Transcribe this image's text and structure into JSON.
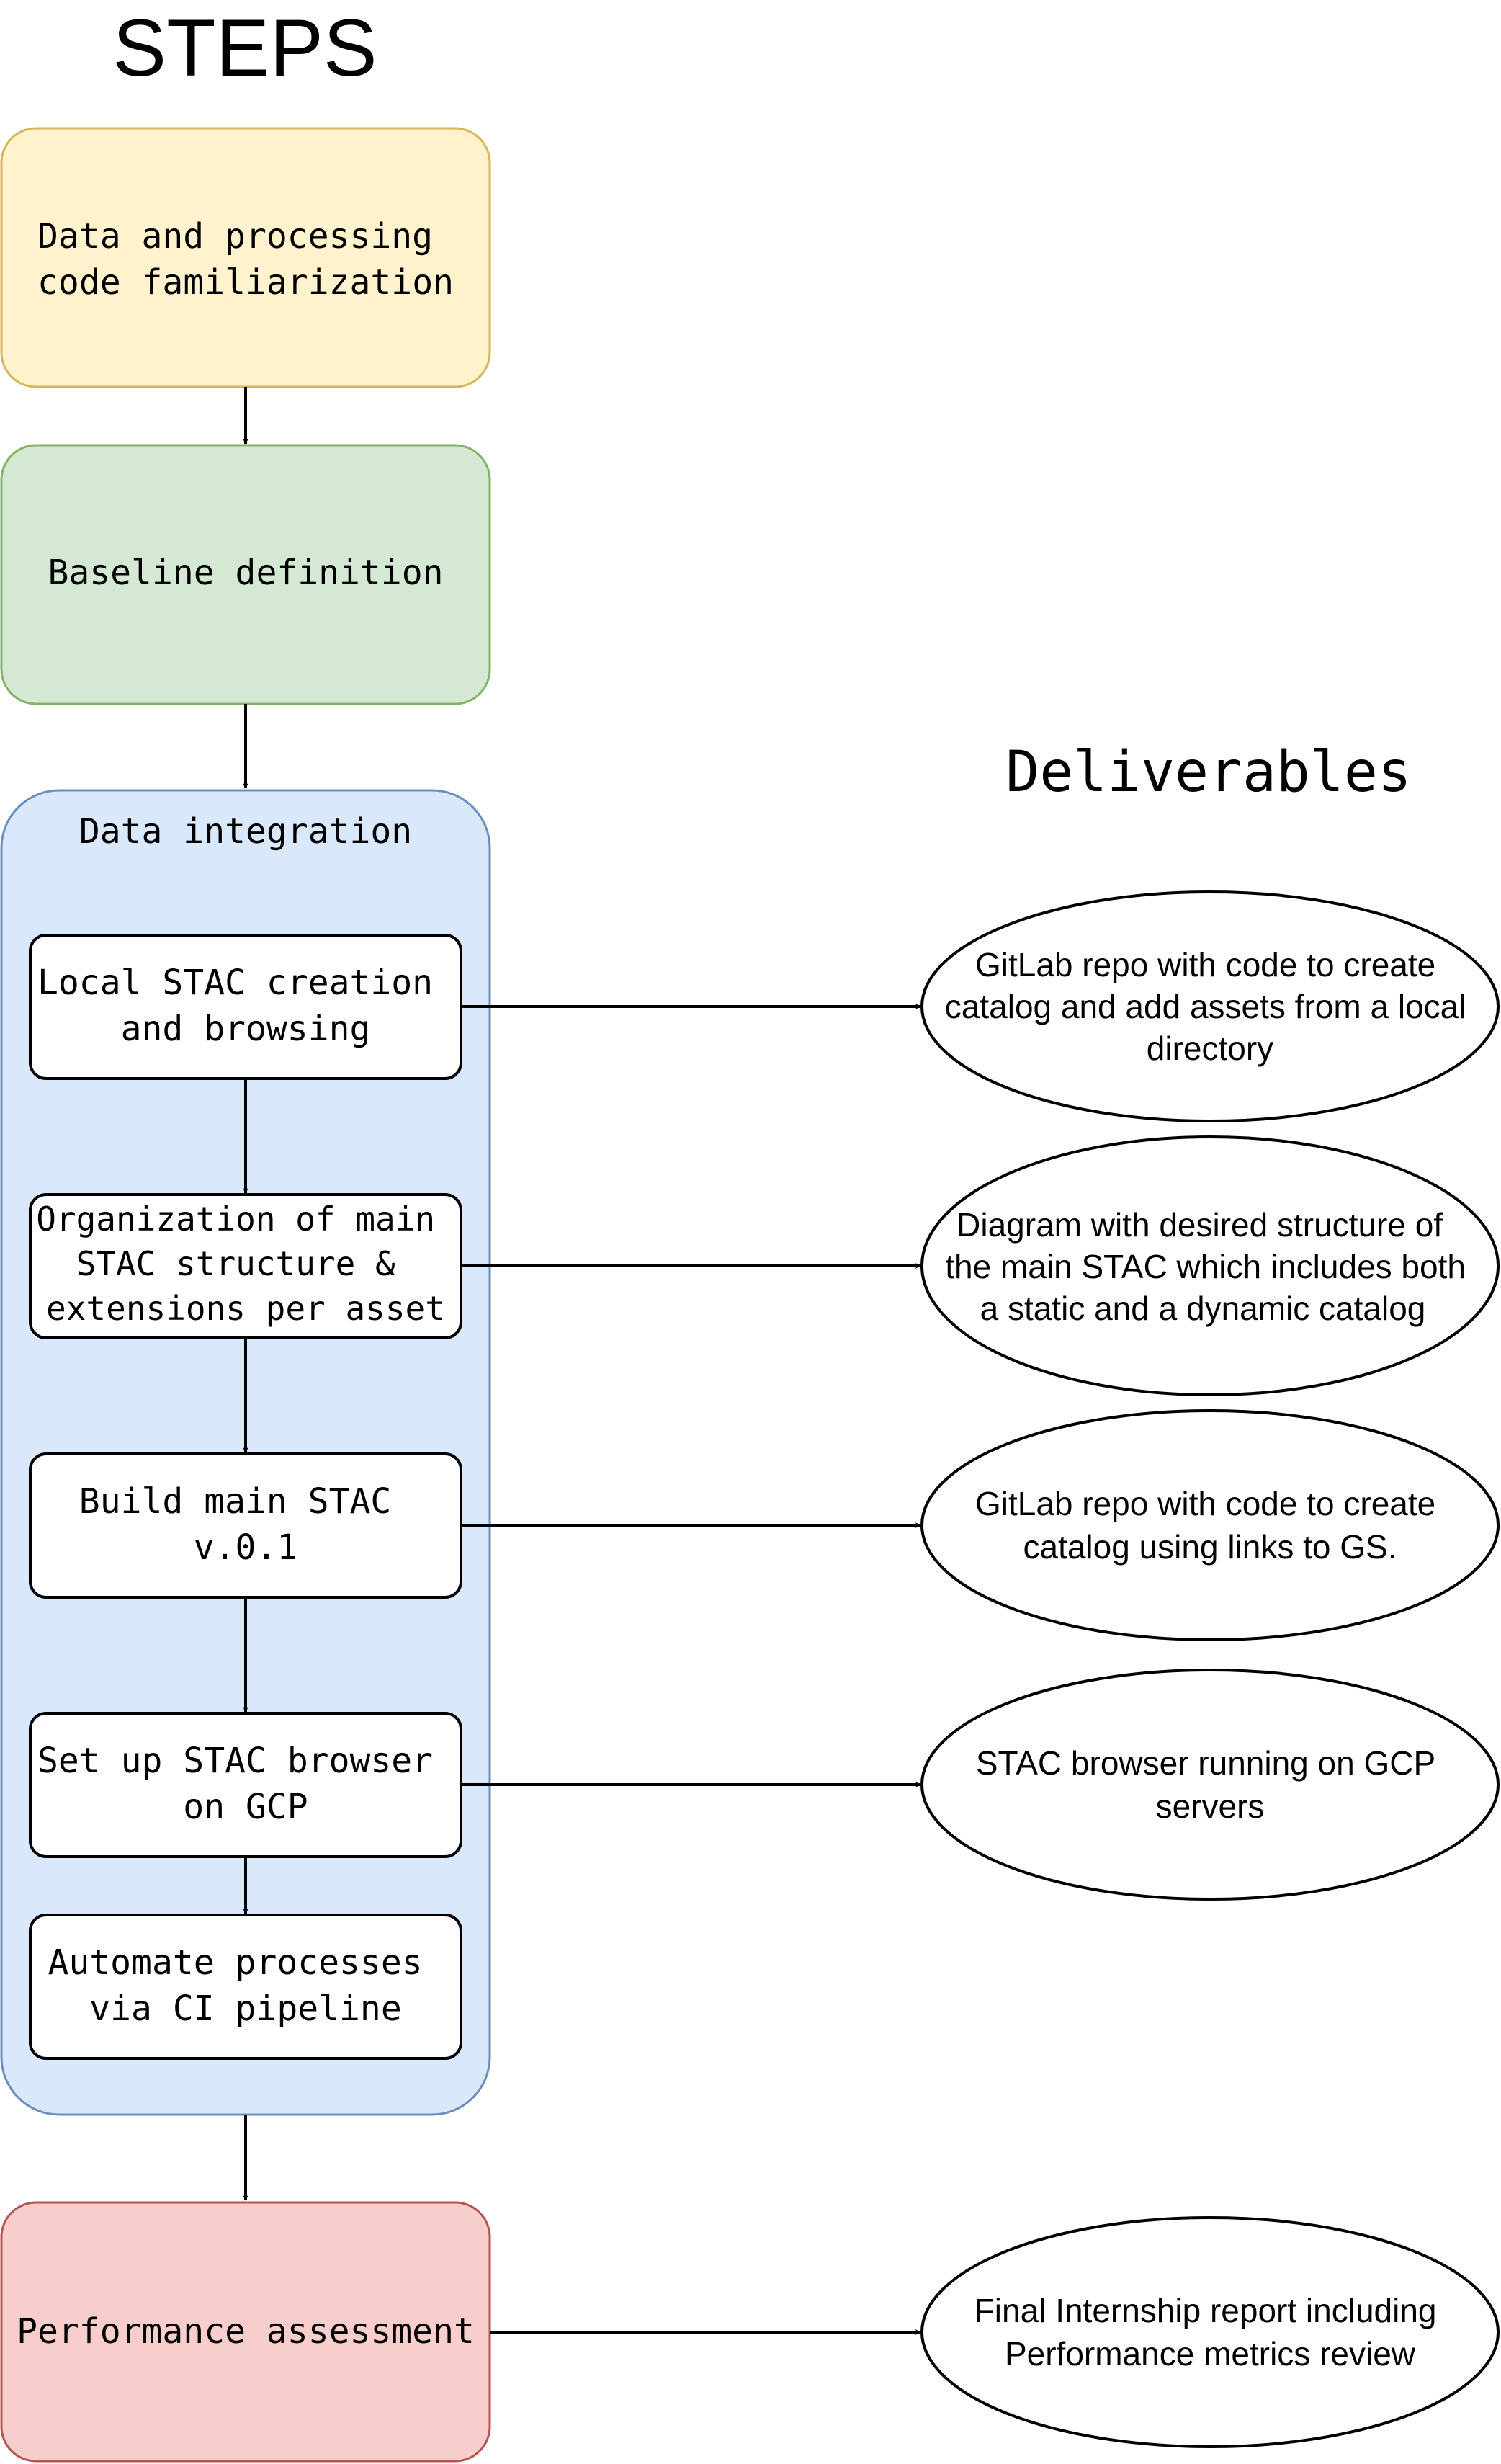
{
  "titles": {
    "steps": "STEPS",
    "deliverables": "Deliverables"
  },
  "steps": [
    {
      "lines": [
        "Data and processing",
        "code familiarization"
      ],
      "fill": "#fff2cc",
      "stroke": "#d6b656"
    },
    {
      "lines": [
        "Baseline definition"
      ],
      "fill": "#d5e8d4",
      "stroke": "#82b366"
    }
  ],
  "group": {
    "label": "Data integration",
    "fill": "#dae8fc",
    "stroke": "#6c8ebf",
    "substeps": [
      {
        "lines": [
          "Local STAC creation",
          "and browsing"
        ]
      },
      {
        "lines": [
          "Organization of main",
          "STAC structure &",
          "extensions per asset"
        ]
      },
      {
        "lines": [
          "Build main STAC",
          "v.0.1"
        ]
      },
      {
        "lines": [
          "Set up STAC browser",
          "on GCP"
        ]
      },
      {
        "lines": [
          "Automate processes",
          "via CI pipeline"
        ]
      }
    ]
  },
  "final_step": {
    "lines": [
      "Performance assessment"
    ],
    "fill": "#f8cecc",
    "stroke": "#b85450"
  },
  "deliverables": [
    {
      "lines": [
        "GitLab repo with code to create",
        "catalog and add assets from a local",
        "directory"
      ]
    },
    {
      "lines": [
        "Diagram with desired structure of",
        "the main STAC which includes both",
        "a static and a dynamic catalog"
      ]
    },
    {
      "lines": [
        "GitLab repo with code to create",
        "catalog using links to GS."
      ]
    },
    {
      "lines": [
        "STAC browser running on GCP",
        "servers"
      ]
    },
    {
      "lines": [
        "Final Internship report including",
        "Performance metrics review"
      ]
    }
  ]
}
